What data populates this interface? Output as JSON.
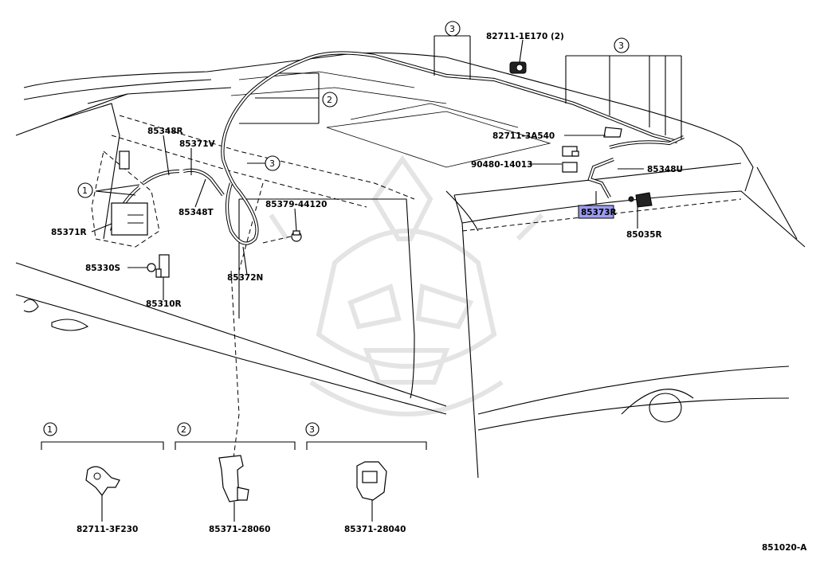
{
  "diagram": {
    "callouts": {
      "c1_left": "1",
      "c2_top": "2",
      "c3_top": "3",
      "c3_right": "3",
      "c3_mid": "3",
      "legend1": "1",
      "legend2": "2",
      "legend3": "3"
    },
    "labels": {
      "p82711_1E170": "82711-1E170 (2)",
      "p85348R": "85348R",
      "p85371V": "85371V",
      "p85348T": "85348T",
      "p85371R": "85371R",
      "p85330S": "85330S",
      "p85310R": "85310R",
      "p85379_44120": "85379-44120",
      "p85372N": "85372N",
      "p82711_3A540": "82711-3A540",
      "p90480_14013": "90480-14013",
      "p85348U": "85348U",
      "p85373R": "85373R",
      "p85035R": "85035R",
      "p82711_3F230": "82711-3F230",
      "p85371_28060": "85371-28060",
      "p85371_28040": "85371-28040",
      "figure_code": "851020-A"
    },
    "highlight_color": "#9c9cf0"
  }
}
